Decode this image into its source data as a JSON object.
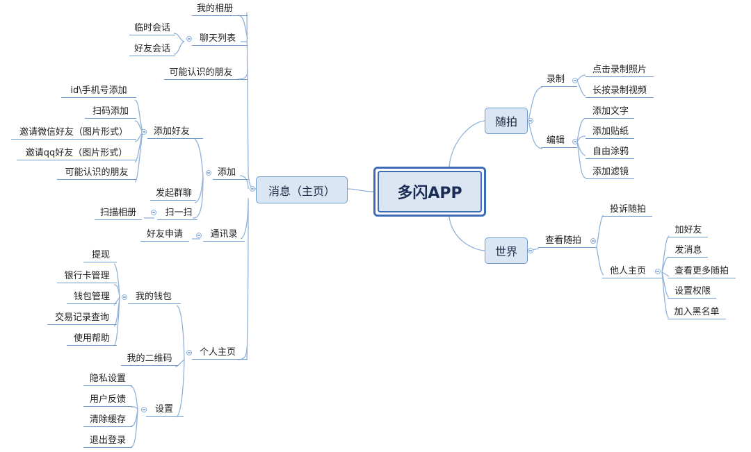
{
  "center": "多闪APP",
  "messages": {
    "label": "消息（主页）",
    "album": "我的相册",
    "chatlist": {
      "label": "聊天列表",
      "children": [
        "临时会话",
        "好友会话"
      ]
    },
    "maybe_known": "可能认识的朋友",
    "add": {
      "label": "添加",
      "add_friend": {
        "label": "添加好友",
        "children": [
          "id\\手机号添加",
          "扫码添加",
          "邀请微信好友（图片形式）",
          "邀请qq好友（图片形式）",
          "可能认识的朋友"
        ]
      },
      "group_chat": "发起群聊",
      "scan": {
        "label": "扫一扫",
        "children": [
          "扫描相册"
        ]
      }
    },
    "contacts": {
      "label": "通讯录",
      "children": [
        "好友申请"
      ]
    },
    "profile": {
      "label": "个人主页",
      "wallet": {
        "label": "我的钱包",
        "children": [
          "提现",
          "银行卡管理",
          "钱包管理",
          "交易记录查询",
          "使用帮助"
        ]
      },
      "qr": "我的二维码",
      "settings": {
        "label": "设置",
        "children": [
          "隐私设置",
          "用户反馈",
          "清除缓存",
          "退出登录"
        ]
      }
    }
  },
  "snap": {
    "label": "随拍",
    "record": {
      "label": "录制",
      "children": [
        "点击录制照片",
        "长按录制视频"
      ]
    },
    "edit": {
      "label": "编辑",
      "children": [
        "添加文字",
        "添加贴纸",
        "自由涂鸦",
        "添加滤镜"
      ]
    }
  },
  "world": {
    "label": "世界",
    "view": {
      "label": "查看随拍",
      "report": "投诉随拍",
      "other_home": {
        "label": "他人主页",
        "children": [
          "加好友",
          "发消息",
          "查看更多随拍",
          "设置权限",
          "加入黑名单"
        ]
      }
    }
  }
}
